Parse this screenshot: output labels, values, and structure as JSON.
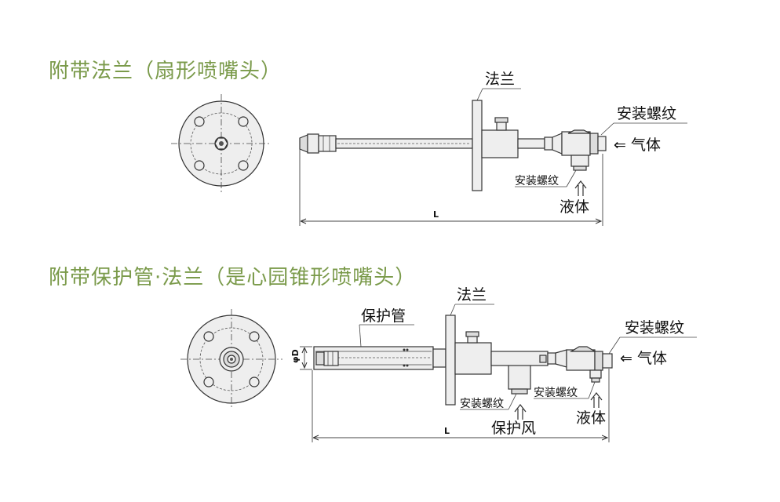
{
  "diagram1": {
    "title": "附带法兰（扇形喷嘴头）",
    "labels": {
      "flange": "法兰",
      "mount_thread_gas": "安装螺纹",
      "gas": "⇐ 气体",
      "mount_thread_liquid": "安装螺纹",
      "liquid": "液体",
      "length": "L"
    }
  },
  "diagram2": {
    "title": "附带保护管·法兰（是心园锥形喷嘴头）",
    "labels": {
      "flange": "法兰",
      "protective_tube": "保护管",
      "mount_thread_gas": "安装螺纹",
      "gas": "⇐ 气体",
      "mount_thread_air": "安装螺纹",
      "protective_air": "保护风",
      "mount_thread_liquid": "安装螺纹",
      "liquid": "液体",
      "diameter": "φD",
      "length": "L"
    }
  },
  "colors": {
    "title": "#7a9a4a",
    "line": "#333333",
    "fill": "#eeeeee"
  }
}
